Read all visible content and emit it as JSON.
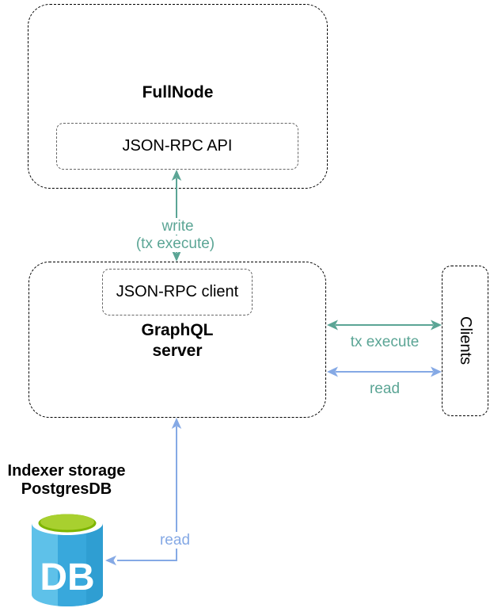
{
  "diagram": {
    "fullnode": {
      "title": "FullNode",
      "api_box": "JSON-RPC API"
    },
    "write_arrow": {
      "label": "write\n(tx execute)"
    },
    "graphql": {
      "client_box": "JSON-RPC client",
      "title": "GraphQL\nserver"
    },
    "clients": {
      "title": "Clients"
    },
    "tx_execute_arrow": {
      "label": "tx execute"
    },
    "read_arrow_right": {
      "label": "read"
    },
    "read_arrow_db": {
      "label": "read"
    },
    "indexer": {
      "label": "Indexer storage\nPostgresDB",
      "db_icon_text": "DB"
    },
    "colors": {
      "teal_arrow": "#5ba595",
      "blue_arrow": "#85a9e5",
      "db_body_light": "#5ec1e9",
      "db_body_mid": "#38a8dc",
      "db_body_dark": "#2f9ed2",
      "db_top_green": "#a8d02f",
      "db_top_green_dark": "#7db500",
      "border": "#000000"
    }
  }
}
